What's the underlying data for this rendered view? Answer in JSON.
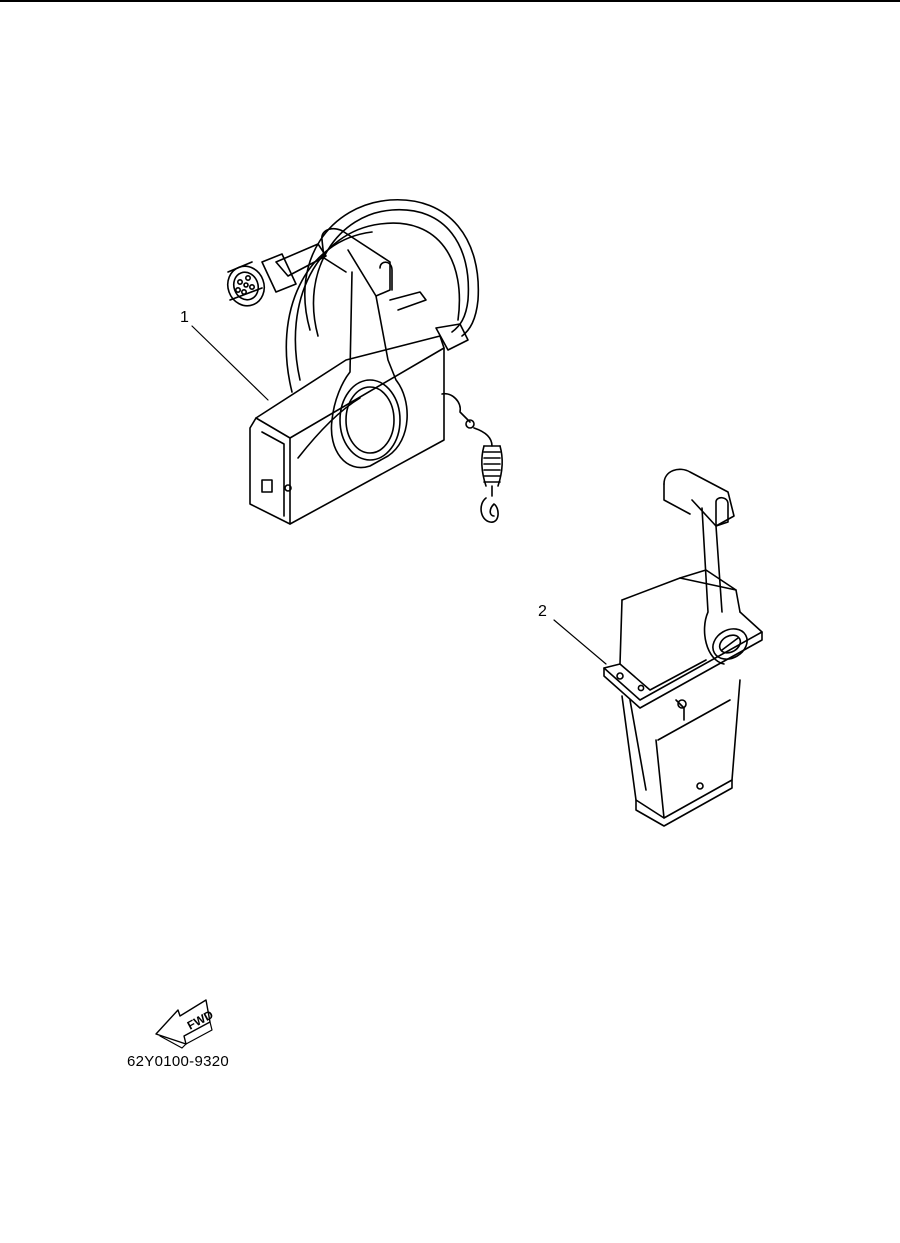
{
  "callouts": [
    {
      "id": "1",
      "label": "1"
    },
    {
      "id": "2",
      "label": "2"
    }
  ],
  "fwd_label": "FWD",
  "part_code": "62Y0100-9320",
  "colors": {
    "line": "#000000",
    "background": "#ffffff"
  }
}
